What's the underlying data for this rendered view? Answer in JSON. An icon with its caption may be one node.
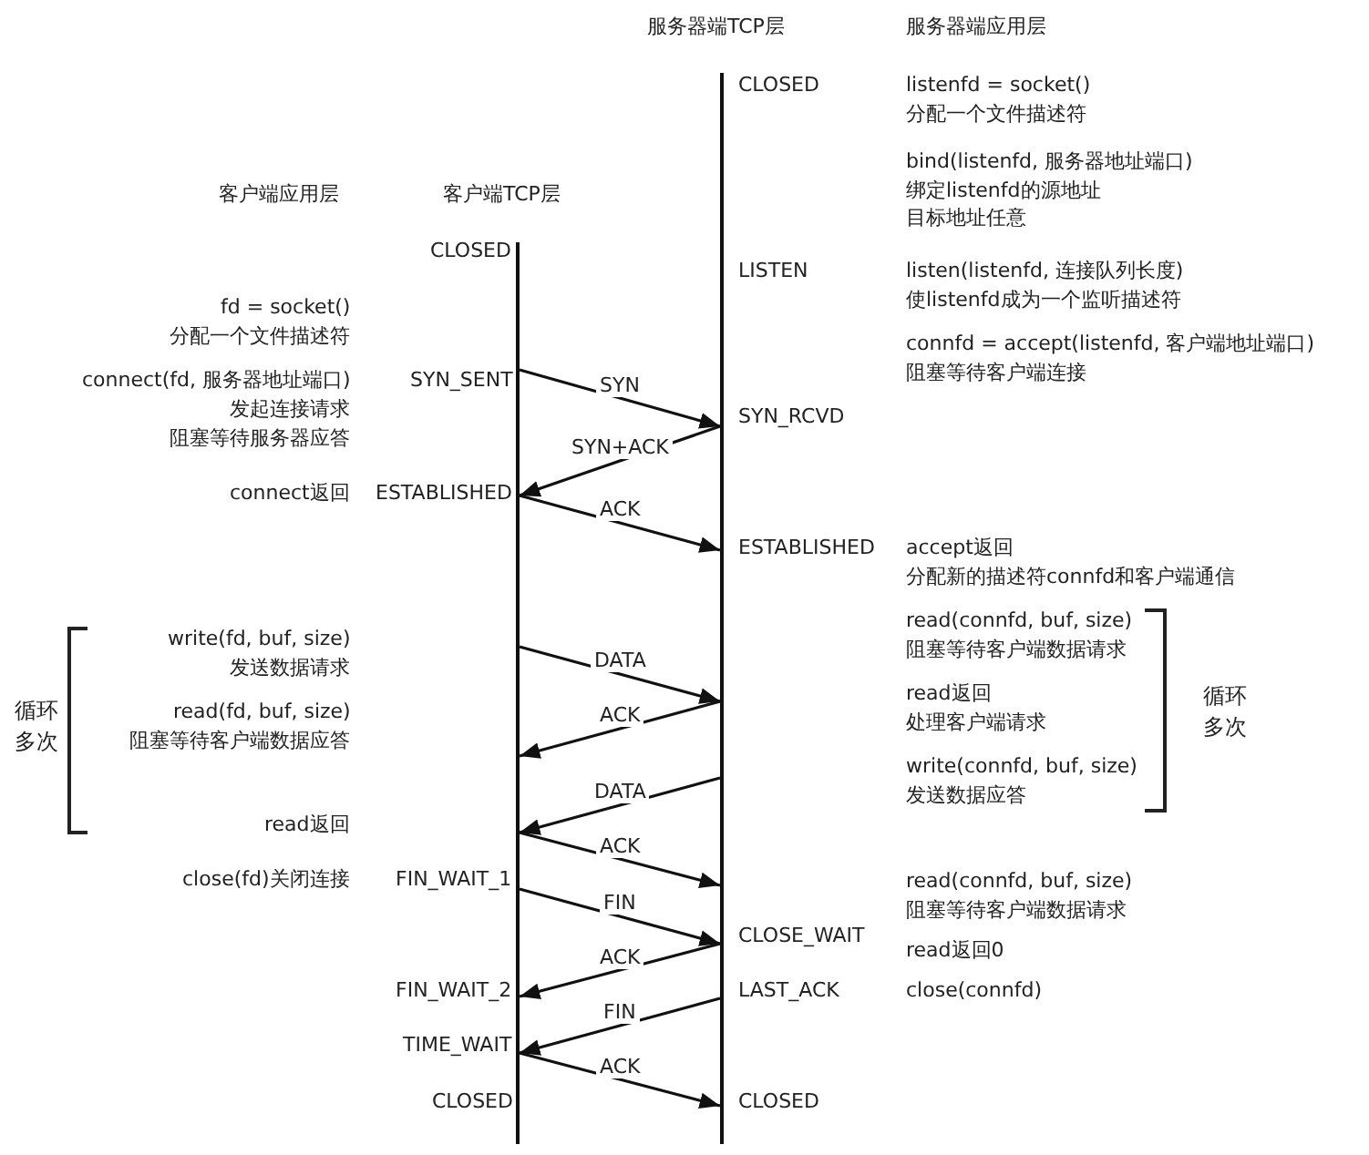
{
  "diagram": {
    "nodes": [
      {
        "text": [],
        "shape": "line"
      },
      {
        "text": [],
        "shape": "line"
      }
    ],
    "edges": [
      {
        "from": 0,
        "to": 1,
        "arrow": "to",
        "label": "SYN"
      },
      {
        "from": 1,
        "to": 0,
        "arrow": "to",
        "label": "SYN+ACK"
      },
      {
        "from": 0,
        "to": 1,
        "arrow": "to",
        "label": "ACK"
      },
      {
        "from": 0,
        "to": 1,
        "arrow": "to",
        "label": "DATA"
      },
      {
        "from": 1,
        "to": 0,
        "arrow": "to",
        "label": "ACK"
      },
      {
        "from": 1,
        "to": 0,
        "arrow": "to",
        "label": "DATA"
      },
      {
        "from": 0,
        "to": 1,
        "arrow": "to",
        "label": "ACK"
      },
      {
        "from": 0,
        "to": 1,
        "arrow": "to",
        "label": "FIN"
      },
      {
        "from": 1,
        "to": 0,
        "arrow": "to",
        "label": "ACK"
      },
      {
        "from": 1,
        "to": 0,
        "arrow": "to",
        "label": "FIN"
      },
      {
        "from": 0,
        "to": 1,
        "arrow": "to",
        "label": "ACK"
      }
    ],
    "labels": [
      "服务器端TCP层",
      "服务器端应用层",
      "CLOSED",
      "listenfd = socket()",
      "分配一个文件描述符",
      "bind(listenfd, 服务器地址端口)",
      "绑定listenfd的源地址",
      "目标地址任意",
      "客户端应用层",
      "客户端TCP层",
      "CLOSED",
      "LISTEN",
      "listen(listenfd, 连接队列长度)",
      "fd = socket()",
      "使listenfd成为一个监听描述符",
      "分配一个文件描述符",
      "connfd = accept(listenfd, 客户端地址端口)",
      "connect(fd, 服务器地址端口)",
      "SYN_SENT",
      "阻塞等待客户端连接",
      "发起连接请求",
      "SYN_RCVD",
      "阻塞等待服务器应答",
      "connect返回",
      "ESTABLISHED",
      "ESTABLISHED",
      "accept返回",
      "分配新的描述符connfd和客户端通信",
      "write(fd, buf, size)",
      "read(connfd, buf, size)",
      "发送数据请求",
      "阻塞等待客户端数据请求",
      "循环多次",
      "read(fd, buf, size)",
      "read返回",
      "循环多次",
      "阻塞等待客户端数据应答",
      "处理客户端请求",
      "write(connfd, buf, size)",
      "发送数据应答",
      "read返回",
      "close(fd)关闭连接",
      "FIN_WAIT_1",
      "read(connfd, buf, size)",
      "阻塞等待客户端数据请求",
      "CLOSE_WAIT",
      "read返回0",
      "FIN_WAIT_2",
      "LAST_ACK",
      "close(connfd)",
      "TIME_WAIT",
      "CLOSED",
      "CLOSED"
    ]
  }
}
